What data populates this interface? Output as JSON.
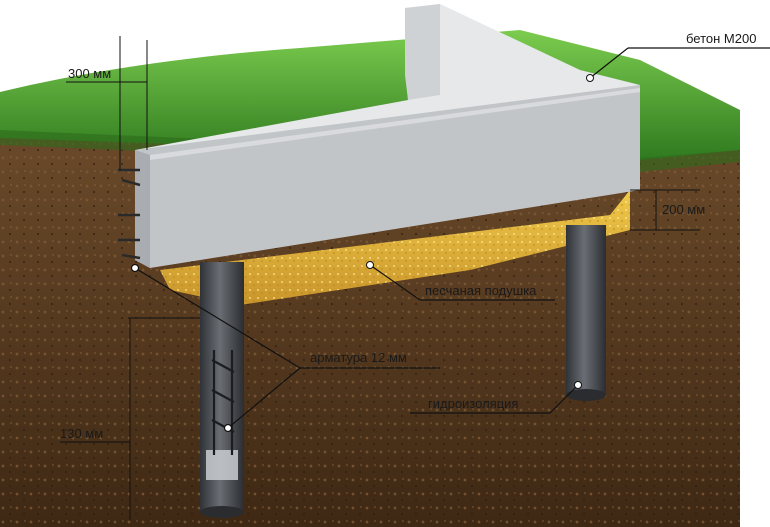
{
  "labels": {
    "concrete": "бетон М200",
    "width": "300 мм",
    "cushion_thickness": "200 мм",
    "sand_cushion": "песчаная подушка",
    "rebar": "арматура 12 мм",
    "waterproofing": "гидроизоляция",
    "depth": "130 мм"
  },
  "colors": {
    "grass": "#3f9a2a",
    "grass_light": "#6cc04a",
    "soil": "#5a3c22",
    "soil_dark": "#3e2814",
    "sand": "#e2b63c",
    "concrete_top": "#d9dbdd",
    "concrete_front": "#b9bcbf",
    "pile": "#4a4d52"
  }
}
